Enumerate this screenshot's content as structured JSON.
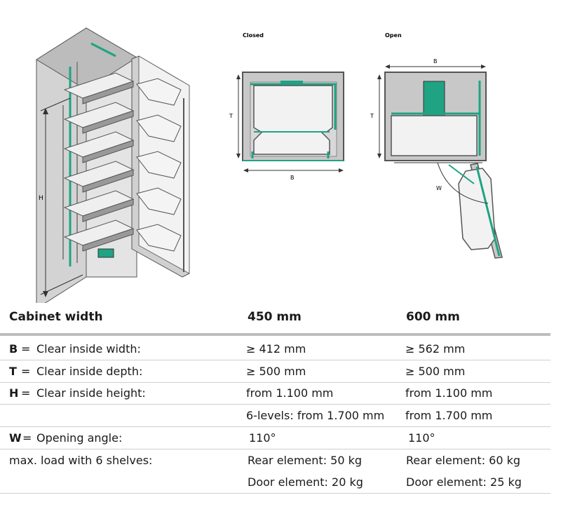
{
  "views": {
    "closed_label": "Closed",
    "open_label": "Open"
  },
  "dims": {
    "h": "H",
    "t": "T",
    "b": "B",
    "w": "W"
  },
  "colors": {
    "accent": "#1fa383",
    "frame": "#555555",
    "panel": "#c8c8c8",
    "shelf": "#eeeeee"
  },
  "table": {
    "header": {
      "label": "Cabinet width",
      "col1": "450 mm",
      "col2": "600 mm"
    },
    "rows": [
      {
        "key": "B",
        "eq": "=",
        "label": "Clear inside width:",
        "c1": "≥ 412 mm",
        "c2": "≥ 562 mm"
      },
      {
        "key": "T",
        "eq": "=",
        "label": "Clear inside depth:",
        "c1": "≥ 500 mm",
        "c2": "≥ 500 mm"
      },
      {
        "key": "H",
        "eq": "=",
        "label": "Clear inside height:",
        "c1": "from 1.100 mm",
        "c2": "from 1.100 mm"
      },
      {
        "key": "",
        "eq": "",
        "label": "",
        "c1": "6-levels: from 1.700 mm",
        "c2": "from 1.700 mm"
      },
      {
        "key": "W",
        "eq": "=",
        "label": "Opening angle:",
        "c1": "110°",
        "c2": "110°"
      },
      {
        "key": "",
        "eq": "",
        "label": "max. load with 6 shelves:",
        "c1": "Rear element: 50 kg",
        "c2": "Rear element: 60 kg"
      },
      {
        "key": "",
        "eq": "",
        "label": "",
        "c1": "Door element: 20 kg",
        "c2": "Door element: 25 kg"
      }
    ]
  }
}
